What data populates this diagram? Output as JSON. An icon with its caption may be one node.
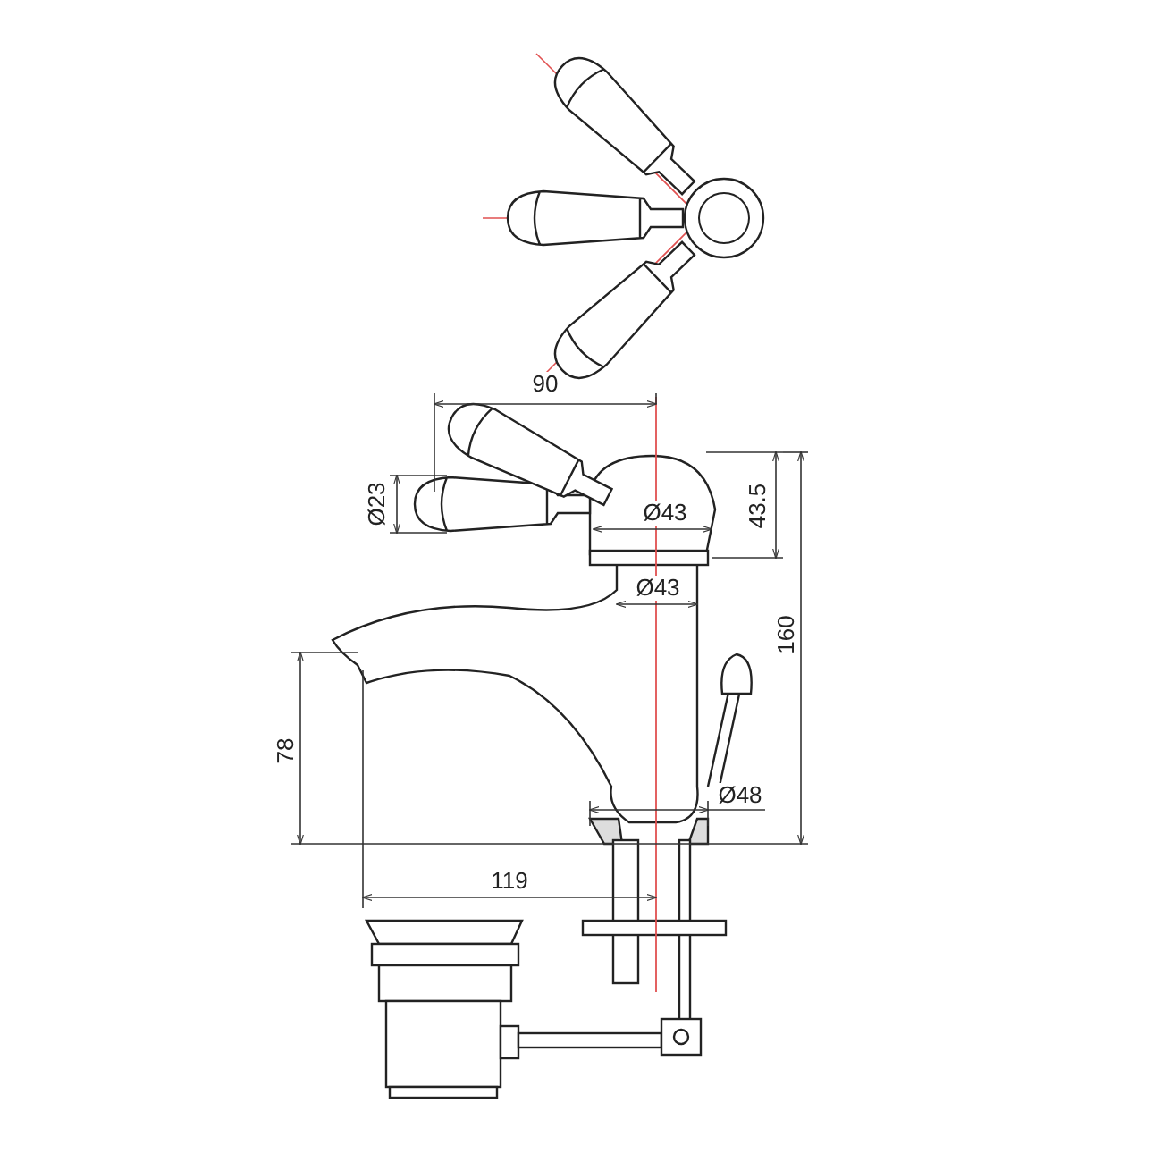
{
  "diagram": {
    "labels": [
      "90",
      "Ø23",
      "43.5",
      "Ø43",
      "Ø43",
      "160",
      "78",
      "Ø48",
      "119"
    ]
  }
}
